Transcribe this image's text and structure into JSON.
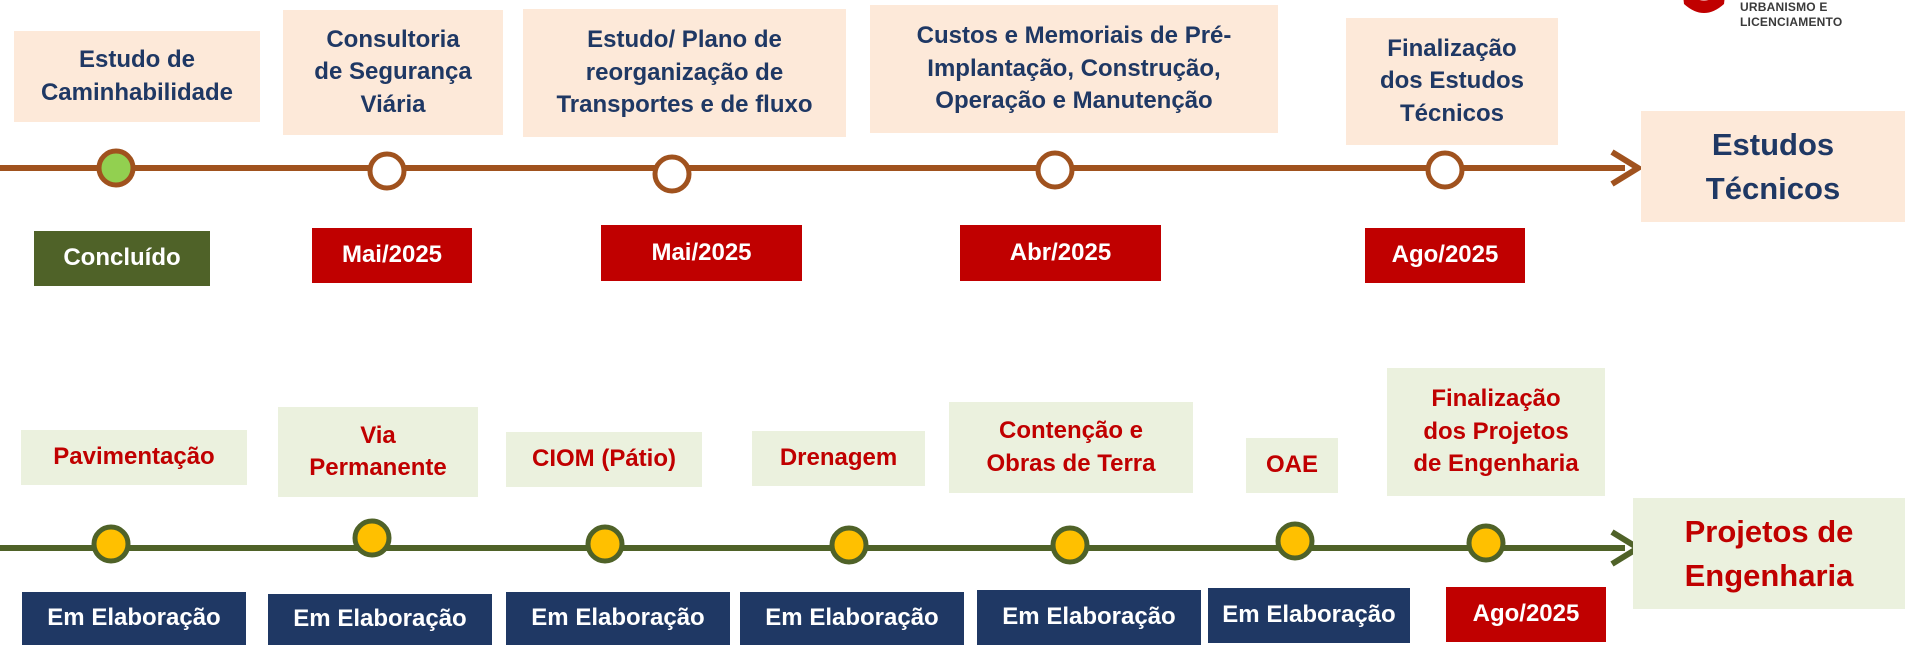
{
  "logo": {
    "text": "URBANISMO E\nLICENCIAMENTO"
  },
  "colors": {
    "top_line": "#a0521e",
    "bottom_line": "#4f6228",
    "milestone_done": "#92d050",
    "milestone_open": "#ffffff",
    "milestone_yellow": "#ffc000"
  },
  "estudos": {
    "title": "Estudos\nTécnicos",
    "items": [
      {
        "label": "Estudo de\nCaminhabilidade",
        "status": "Concluído",
        "state": "done"
      },
      {
        "label": "Consultoria\nde Segurança\nViária",
        "status": "Mai/2025",
        "state": "date"
      },
      {
        "label": "Estudo/ Plano de\nreorganização de\nTransportes e de fluxo",
        "status": "Mai/2025",
        "state": "date"
      },
      {
        "label": "Custos  e Memoriais de Pré-\nImplantação,  Construção,\nOperação e Manutenção",
        "status": "Abr/2025",
        "state": "date"
      },
      {
        "label": "Finalização\ndos Estudos\nTécnicos",
        "status": "Ago/2025",
        "state": "date"
      }
    ]
  },
  "projetos": {
    "title": "Projetos de\nEngenharia",
    "items": [
      {
        "label": "Pavimentação",
        "status": "Em Elaboração",
        "state": "progress"
      },
      {
        "label": "Via\nPermanente",
        "status": "Em Elaboração",
        "state": "progress"
      },
      {
        "label": "CIOM (Pátio)",
        "status": "Em Elaboração",
        "state": "progress"
      },
      {
        "label": "Drenagem",
        "status": "Em Elaboração",
        "state": "progress"
      },
      {
        "label": "Contenção e\nObras de Terra",
        "status": "Em Elaboração",
        "state": "progress"
      },
      {
        "label": "OAE",
        "status": "Em Elaboração",
        "state": "progress"
      },
      {
        "label": "Finalização\ndos Projetos\nde Engenharia",
        "status": "Ago/2025",
        "state": "date"
      }
    ]
  }
}
